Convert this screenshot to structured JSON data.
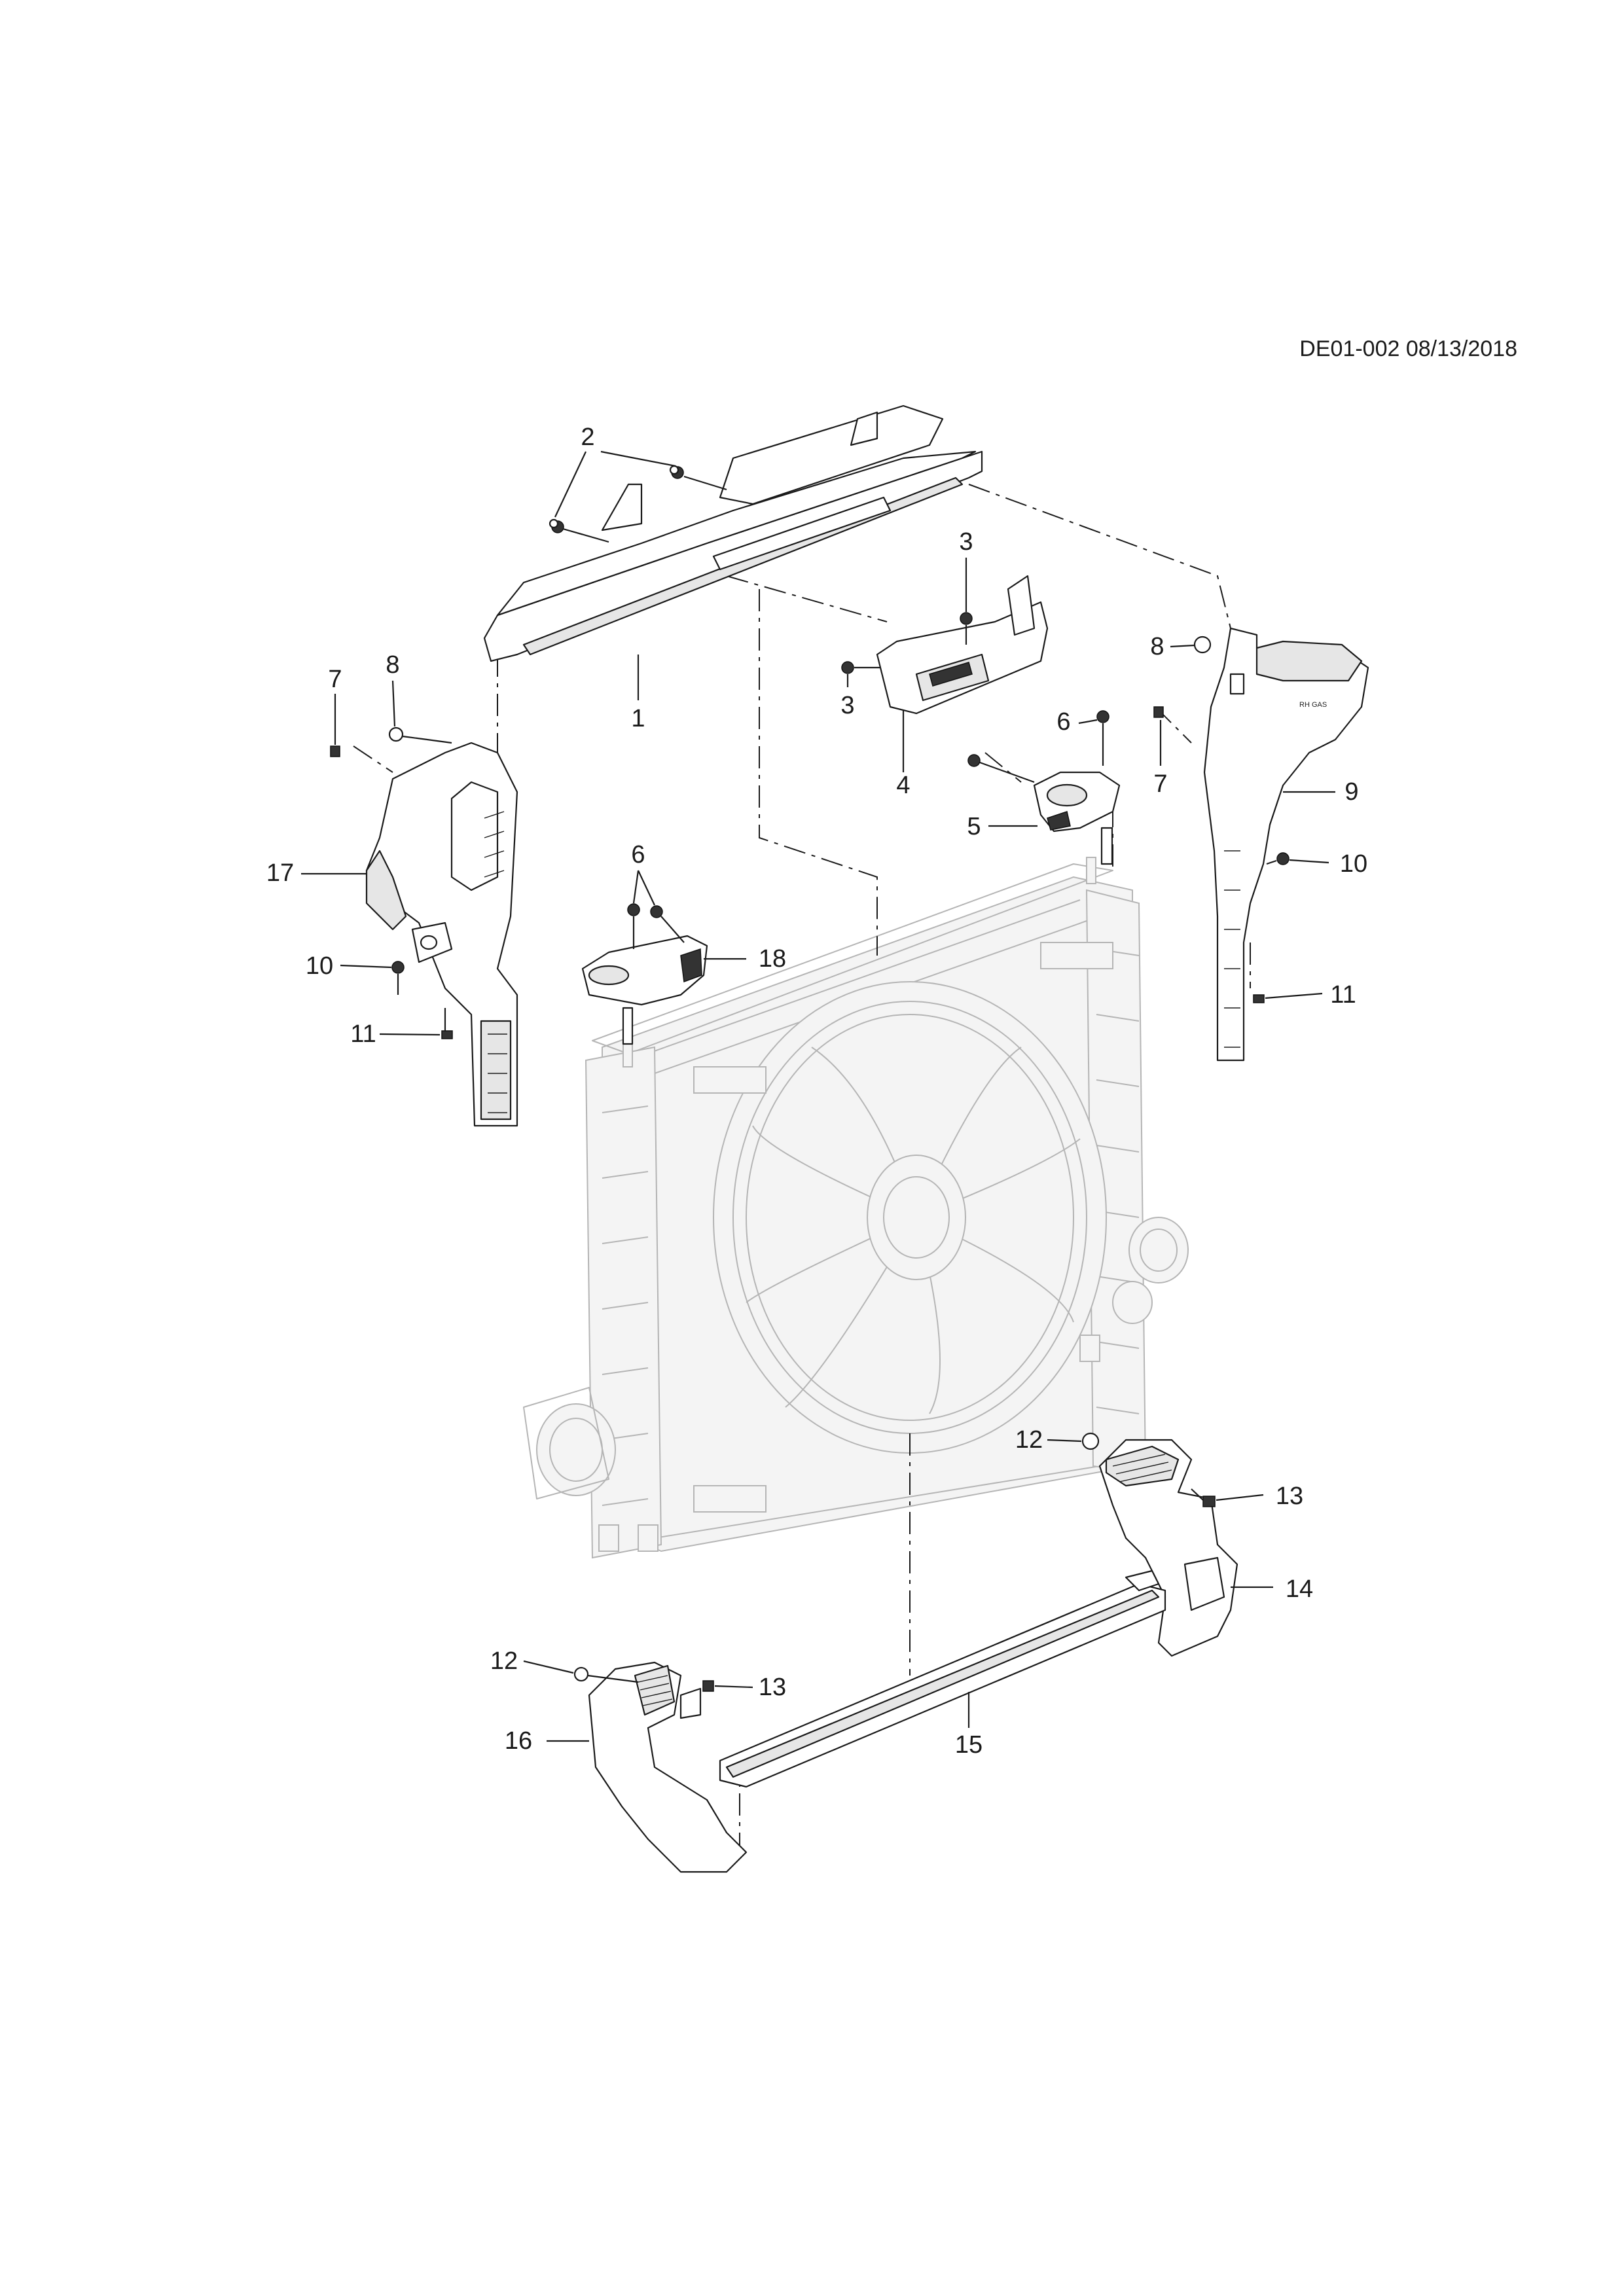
{
  "document": {
    "code": "DE01-002 08/13/2018"
  },
  "decal": {
    "rh_gas": "RH GAS"
  },
  "callouts": [
    {
      "id": "c1",
      "text": "1"
    },
    {
      "id": "c2",
      "text": "2"
    },
    {
      "id": "c3a",
      "text": "3"
    },
    {
      "id": "c3b",
      "text": "3"
    },
    {
      "id": "c4",
      "text": "4"
    },
    {
      "id": "c5",
      "text": "5"
    },
    {
      "id": "c6a",
      "text": "6"
    },
    {
      "id": "c6b",
      "text": "6"
    },
    {
      "id": "c7a",
      "text": "7"
    },
    {
      "id": "c7b",
      "text": "7"
    },
    {
      "id": "c8a",
      "text": "8"
    },
    {
      "id": "c8b",
      "text": "8"
    },
    {
      "id": "c9",
      "text": "9"
    },
    {
      "id": "c10a",
      "text": "10"
    },
    {
      "id": "c10b",
      "text": "10"
    },
    {
      "id": "c11a",
      "text": "11"
    },
    {
      "id": "c11b",
      "text": "11"
    },
    {
      "id": "c12a",
      "text": "12"
    },
    {
      "id": "c12b",
      "text": "12"
    },
    {
      "id": "c13a",
      "text": "13"
    },
    {
      "id": "c13b",
      "text": "13"
    },
    {
      "id": "c14",
      "text": "14"
    },
    {
      "id": "c15",
      "text": "15"
    },
    {
      "id": "c16",
      "text": "16"
    },
    {
      "id": "c17",
      "text": "17"
    },
    {
      "id": "c18",
      "text": "18"
    }
  ]
}
